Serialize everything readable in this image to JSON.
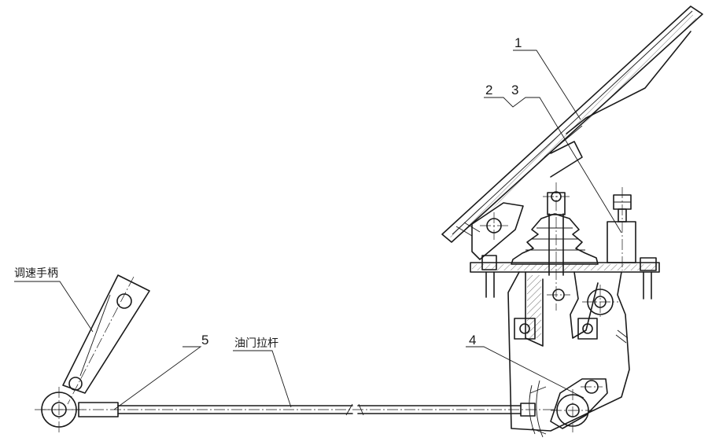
{
  "labels": {
    "part_1": "1",
    "part_2": "2",
    "part_3": "3",
    "part_4": "4",
    "part_5": "5",
    "speed_lever": "调速手柄",
    "throttle_rod": "油门拉杆"
  }
}
